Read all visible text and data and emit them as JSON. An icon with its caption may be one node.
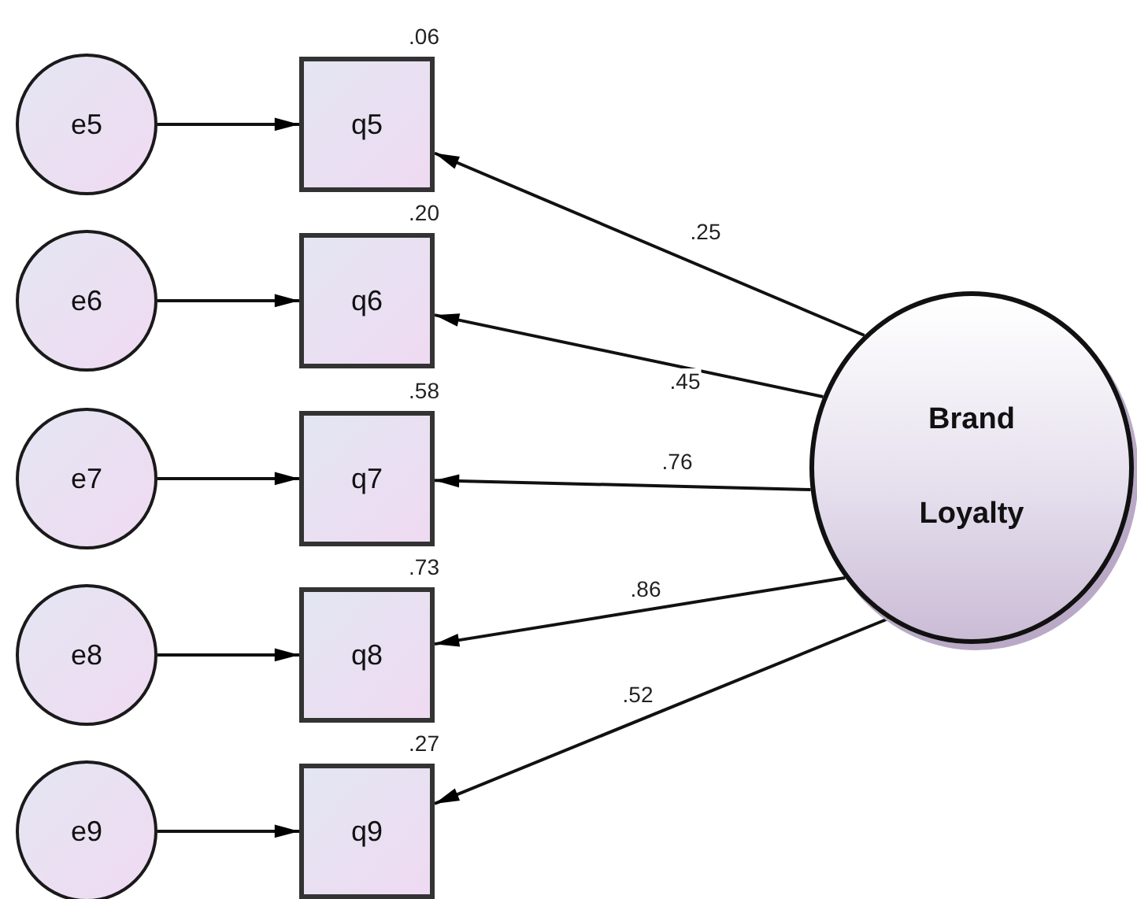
{
  "diagram": {
    "nodes": [
      {
        "text": [
          "e5"
        ]
      },
      {
        "text": [
          "q5"
        ],
        "beside": [
          ".06"
        ]
      },
      {
        "text": [
          "e6"
        ]
      },
      {
        "text": [
          "q6"
        ],
        "beside": [
          ".20"
        ]
      },
      {
        "text": [
          "e7"
        ]
      },
      {
        "text": [
          "q7"
        ],
        "beside": [
          ".58"
        ]
      },
      {
        "text": [
          "e8"
        ]
      },
      {
        "text": [
          "q8"
        ],
        "beside": [
          ".73"
        ]
      },
      {
        "text": [
          "e9"
        ]
      },
      {
        "text": [
          "q9"
        ],
        "beside": [
          ".27"
        ]
      },
      {
        "text": [
          "Brand Loyalty"
        ]
      }
    ],
    "edges": [
      {
        "from": 0,
        "to": 1,
        "arrow": "to"
      },
      {
        "from": 2,
        "to": 3,
        "arrow": "to"
      },
      {
        "from": 4,
        "to": 5,
        "arrow": "to"
      },
      {
        "from": 6,
        "to": 7,
        "arrow": "to"
      },
      {
        "from": 8,
        "to": 9,
        "arrow": "to"
      },
      {
        "from": 10,
        "to": 1,
        "arrow": "to",
        "label": ".25"
      },
      {
        "from": 10,
        "to": 3,
        "arrow": "to",
        "label": ".45"
      },
      {
        "from": 10,
        "to": 5,
        "arrow": "to",
        "label": ".76"
      },
      {
        "from": 10,
        "to": 7,
        "arrow": "to",
        "label": ".86"
      },
      {
        "from": 10,
        "to": 9,
        "arrow": "to",
        "label": ".52"
      }
    ]
  }
}
